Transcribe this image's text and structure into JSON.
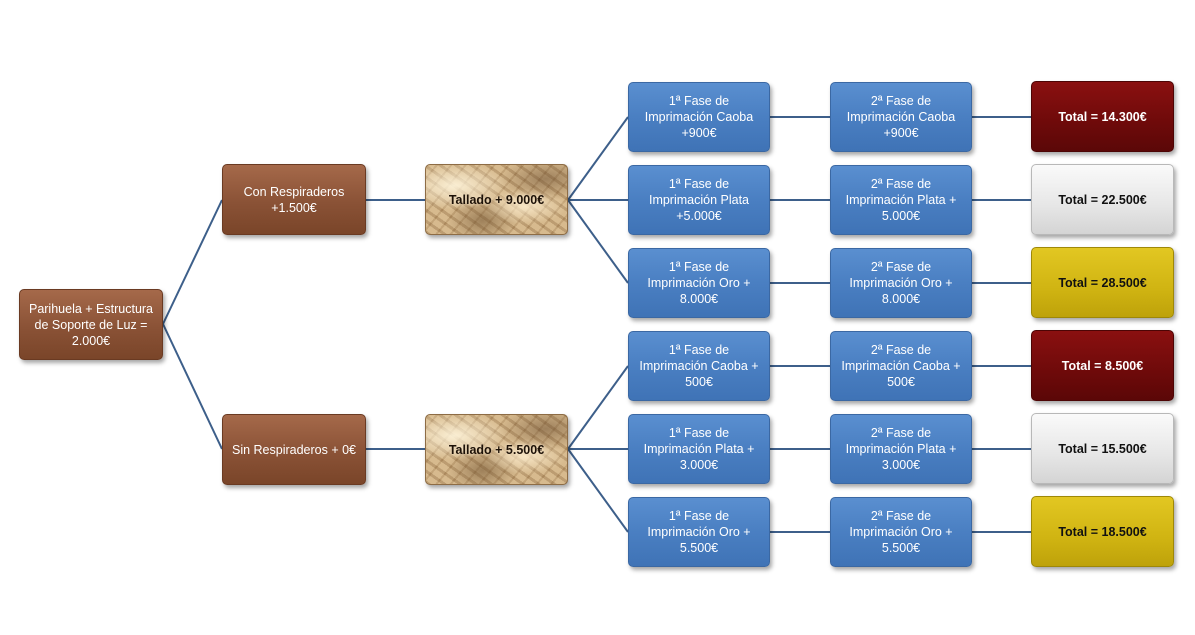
{
  "root": {
    "label": "Parihuela + Estructura de Soporte de Luz = 2.000€"
  },
  "branches": [
    {
      "option": "Con Respiraderos +1.500€",
      "tallado": "Tallado + 9.000€",
      "phases": [
        {
          "fase1": "1ª Fase de Imprimación Caoba +900€",
          "fase2": "2ª Fase de Imprimación Caoba +900€",
          "total": "Total = 14.300€",
          "finish_color": "#6e0a0a"
        },
        {
          "fase1": "1ª Fase de Imprimación Plata +5.000€",
          "fase2": "2ª Fase de Imprimación Plata + 5.000€",
          "total": "Total = 22.500€",
          "finish_color": "#e6e6e6"
        },
        {
          "fase1": "1ª Fase de Imprimación Oro + 8.000€",
          "fase2": "2ª Fase de Imprimación Oro + 8.000€",
          "total": "Total = 28.500€",
          "finish_color": "#d0b412"
        }
      ]
    },
    {
      "option": "Sin Respiraderos + 0€",
      "tallado": "Tallado + 5.500€",
      "phases": [
        {
          "fase1": "1ª Fase de Imprimación Caoba + 500€",
          "fase2": "2ª Fase de Imprimación Caoba + 500€",
          "total": "Total = 8.500€",
          "finish_color": "#6e0a0a"
        },
        {
          "fase1": "1ª Fase de Imprimación Plata + 3.000€",
          "fase2": "2ª Fase de Imprimación Plata + 3.000€",
          "total": "Total = 15.500€",
          "finish_color": "#e6e6e6"
        },
        {
          "fase1": "1ª Fase de Imprimación Oro + 5.500€",
          "fase2": "2ª Fase de Imprimación Oro + 5.500€",
          "total": "Total = 18.500€",
          "finish_color": "#d0b412"
        }
      ]
    }
  ],
  "colors": {
    "connector": "#3d5f8a",
    "wood_brown": "#8a5236",
    "phase_blue": "#4a7fc2"
  }
}
